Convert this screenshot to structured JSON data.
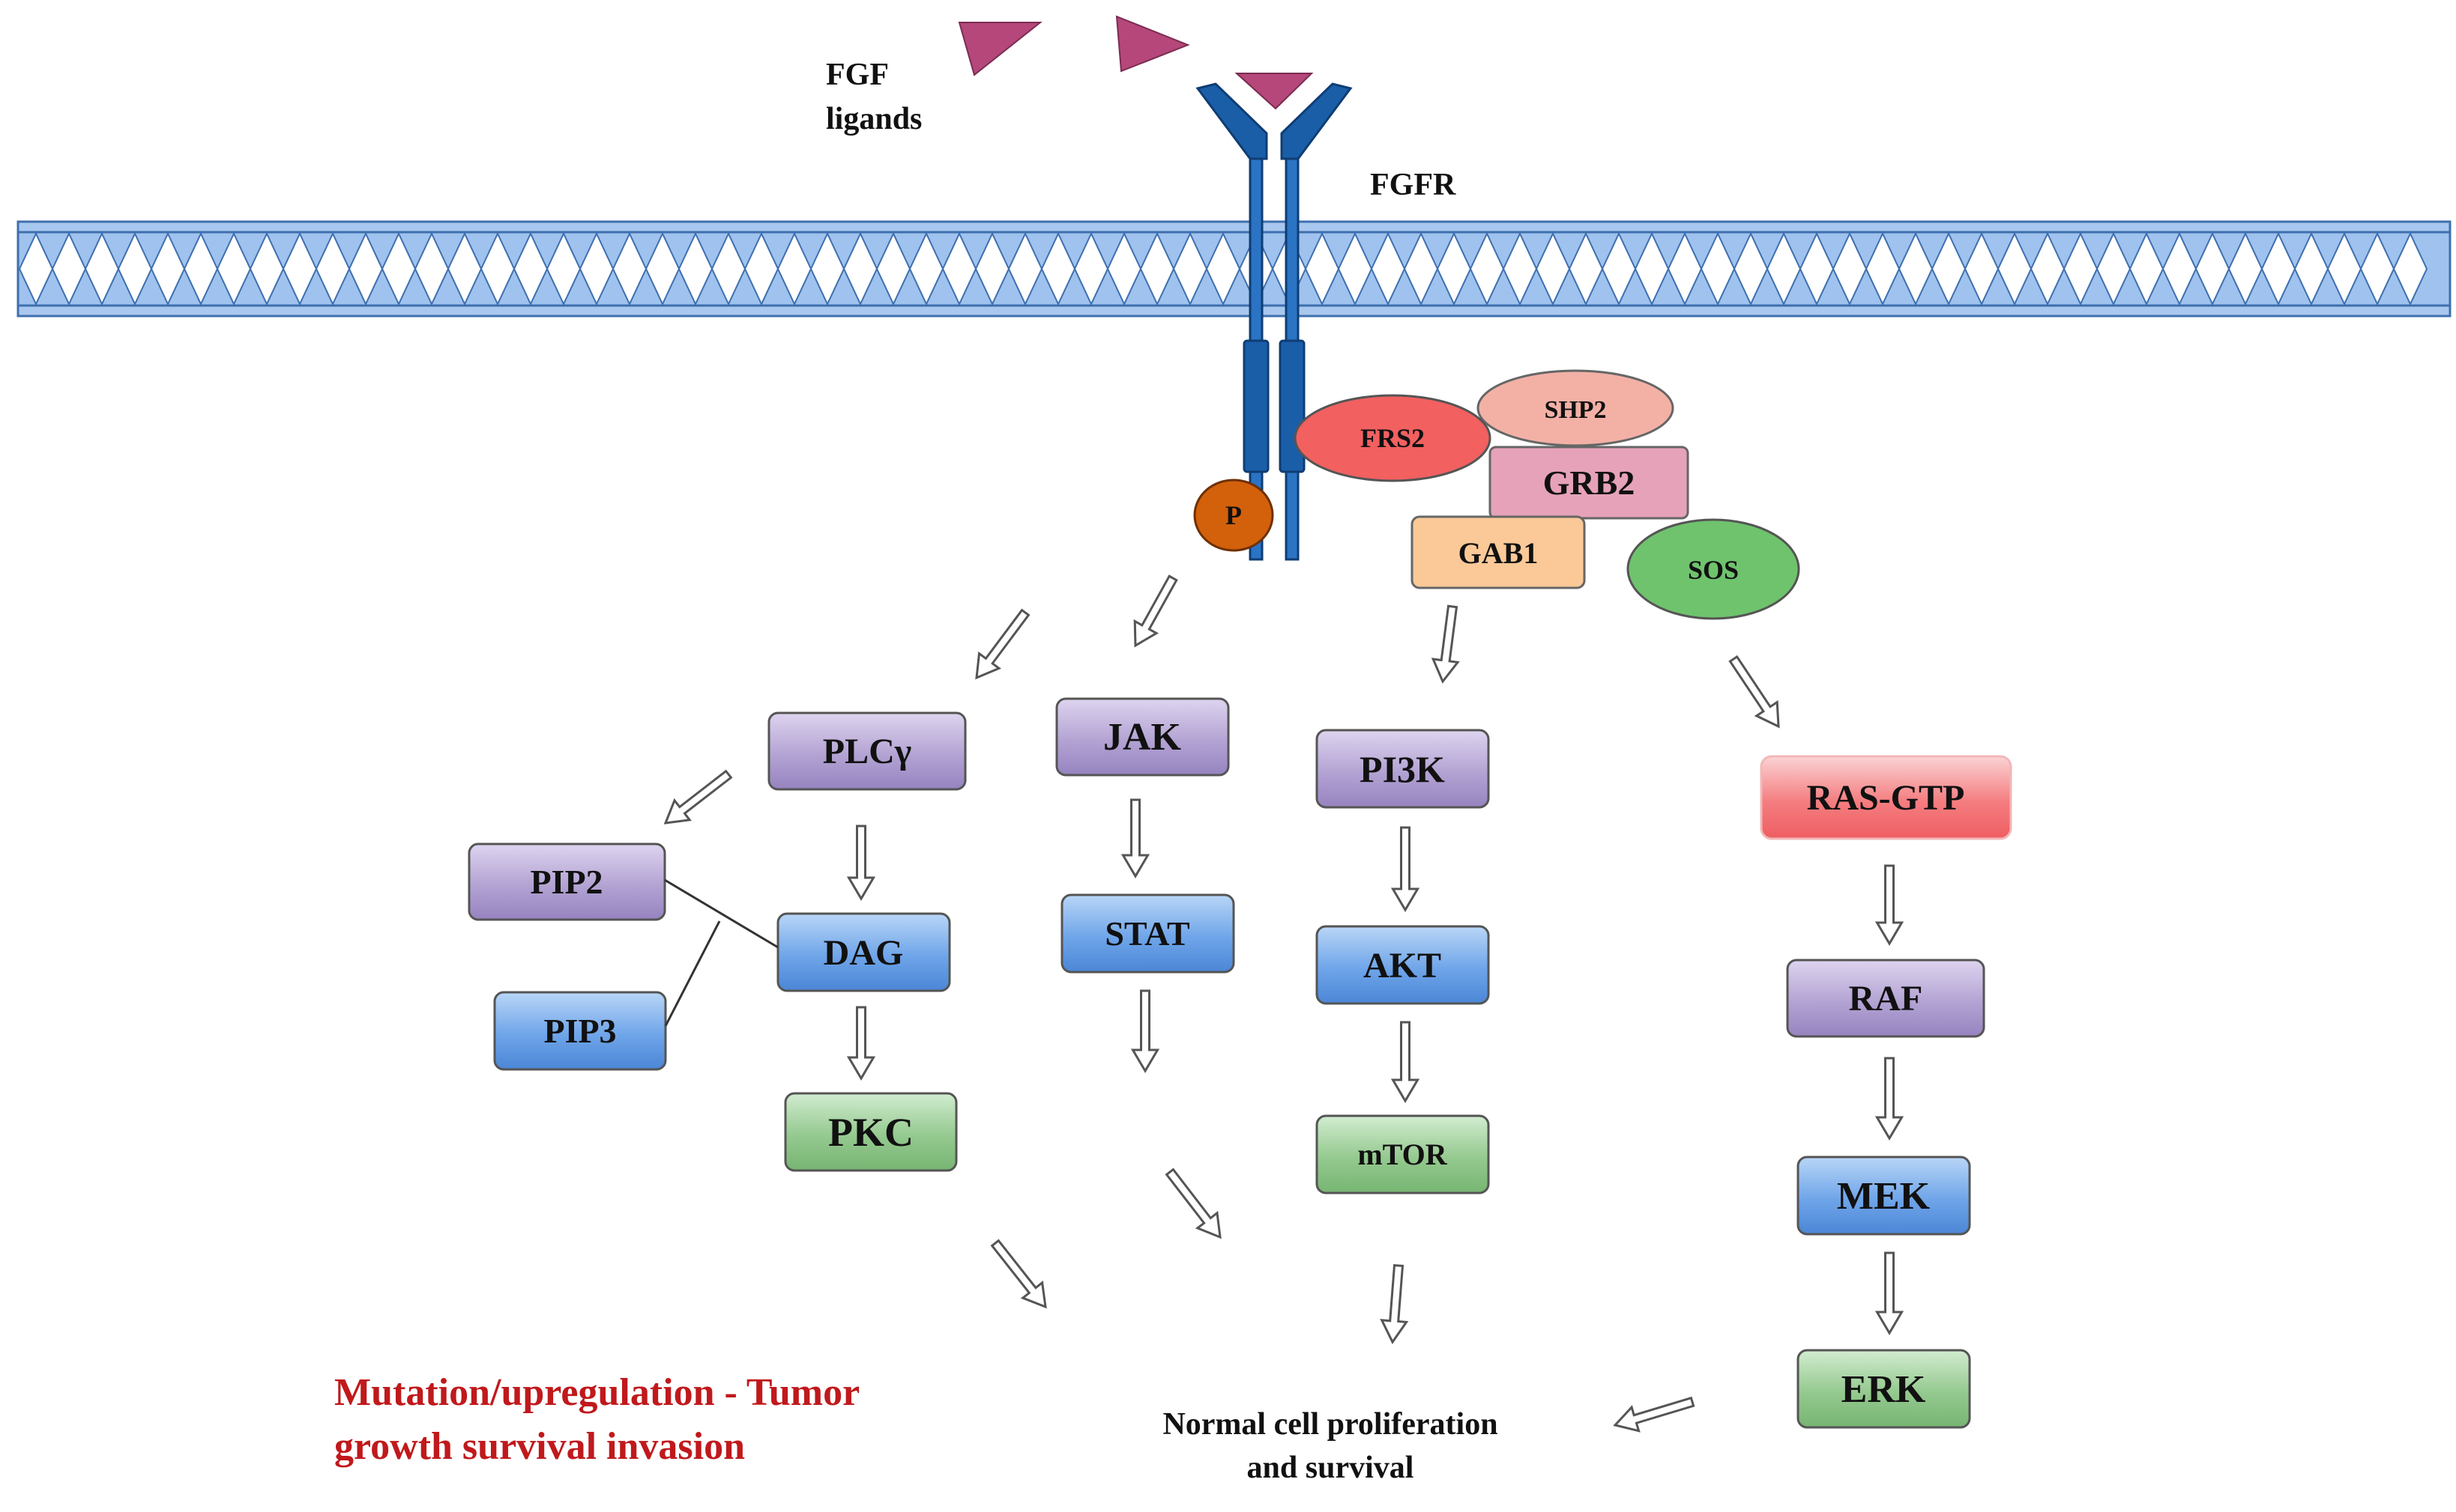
{
  "labels": {
    "fgf_ligands_line1": "FGF",
    "fgf_ligands_line2": "ligands",
    "fgfr": "FGFR",
    "p": "P",
    "frs2": "FRS2",
    "shp2": "SHP2",
    "grb2": "GRB2",
    "gab1": "GAB1",
    "sos": "SOS",
    "plcg": "PLCγ",
    "jak": "JAK",
    "pi3k": "PI3K",
    "ras_gtp": "RAS-GTP",
    "pip2": "PIP2",
    "dag": "DAG",
    "stat": "STAT",
    "akt": "AKT",
    "raf": "RAF",
    "pip3": "PIP3",
    "pkc": "PKC",
    "mtor": "mTOR",
    "mek": "MEK",
    "erk": "ERK",
    "outcome_line1": "Normal cell proliferation",
    "outcome_line2": "and survival",
    "mutation_line1": "Mutation/upregulation - Tumor",
    "mutation_line2": "growth survival invasion"
  },
  "colors": {
    "membrane_blue": "#4f83c4",
    "membrane_light": "#a9c8ef",
    "receptor_blue": "#1a5ea8",
    "ligand": "#b5477a",
    "purple_box": "#b3a3d3",
    "blue_box": "#6fa5e9",
    "green_box": "#94c98f",
    "frs2": "#f26060",
    "shp2": "#f3b1a6",
    "grb2": "#e6a2b9",
    "gab1": "#fbc998",
    "sos": "#6fc36d",
    "ras": "#f47d80",
    "phospho": "#d3600b",
    "mutation_text": "#c0191c"
  }
}
